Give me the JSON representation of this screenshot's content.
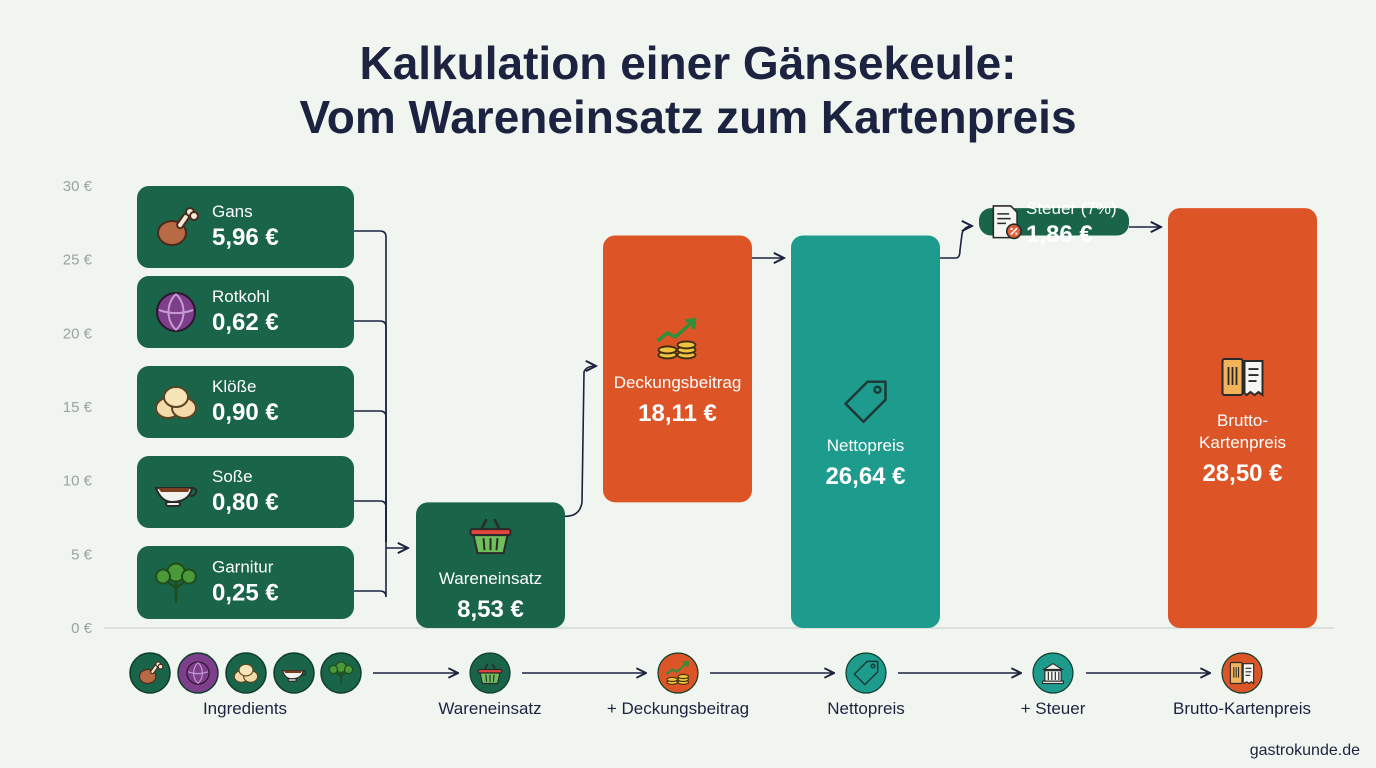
{
  "title_line1": "Kalkulation einer Gänsekeule:",
  "title_line2": "Vom Wareneinsatz zum Kartenpreis",
  "source": "gastrokunde.de",
  "colors": {
    "dark_green": "#1a6449",
    "orange": "#dd5526",
    "teal": "#1d9b8d",
    "text_dark": "#1b2340"
  },
  "chart_data": {
    "type": "bar",
    "subtype": "waterfall",
    "currency_unit": "€",
    "ylim": [
      0,
      30
    ],
    "yticks": [
      {
        "value": 0,
        "label": "0 €"
      },
      {
        "value": 5,
        "label": "5 €"
      },
      {
        "value": 10,
        "label": "10 €"
      },
      {
        "value": 15,
        "label": "15 €"
      },
      {
        "value": 20,
        "label": "20 €"
      },
      {
        "value": 25,
        "label": "25 €"
      },
      {
        "value": 30,
        "label": "30 €"
      }
    ],
    "ingredients": [
      {
        "name": "Gans",
        "value": 5.96,
        "value_label": "5,96 €",
        "icon": "goose-leg-icon"
      },
      {
        "name": "Rotkohl",
        "value": 0.62,
        "value_label": "0,62 €",
        "icon": "red-cabbage-icon"
      },
      {
        "name": "Klöße",
        "value": 0.9,
        "value_label": "0,90 €",
        "icon": "dumplings-icon"
      },
      {
        "name": "Soße",
        "value": 0.8,
        "value_label": "0,80 €",
        "icon": "gravy-boat-icon"
      },
      {
        "name": "Garnitur",
        "value": 0.25,
        "value_label": "0,25 €",
        "icon": "parsley-icon"
      }
    ],
    "bars": [
      {
        "name": "Wareneinsatz",
        "value": 8.53,
        "base": 0,
        "value_label": "8,53 €",
        "color": "#1a6449",
        "icon": "basket-icon"
      },
      {
        "name": "Deckungsbeitrag",
        "value": 18.11,
        "base": 8.53,
        "value_label": "18,11 €",
        "color": "#dd5526",
        "icon": "coins-growth-icon"
      },
      {
        "name": "Nettopreis",
        "value": 26.64,
        "base": 0,
        "value_label": "26,64 €",
        "color": "#1d9b8d",
        "icon": "price-tag-icon"
      },
      {
        "name": "Steuer (7%)",
        "value": 1.86,
        "base": 26.64,
        "value_label": "1,86 €",
        "color": "#1a6449",
        "icon": "tax-document-icon"
      },
      {
        "name": "Brutto-Kartenpreis",
        "name_lines": [
          "Brutto-",
          "Kartenpreis"
        ],
        "value": 28.5,
        "base": 0,
        "value_label": "28,50 €",
        "color": "#dd5526",
        "icon": "menu-receipt-icon"
      }
    ]
  },
  "flow": {
    "steps": [
      {
        "label": "Ingredients"
      },
      {
        "label": "Wareneinsatz",
        "icon": "basket-icon"
      },
      {
        "label": "+ Deckungsbeitrag",
        "icon": "coins-growth-icon"
      },
      {
        "label": "Nettopreis",
        "icon": "price-tag-icon"
      },
      {
        "label": "+ Steuer",
        "icon": "government-building-icon"
      },
      {
        "label": "Brutto-Kartenpreis",
        "icon": "menu-receipt-icon"
      }
    ]
  }
}
